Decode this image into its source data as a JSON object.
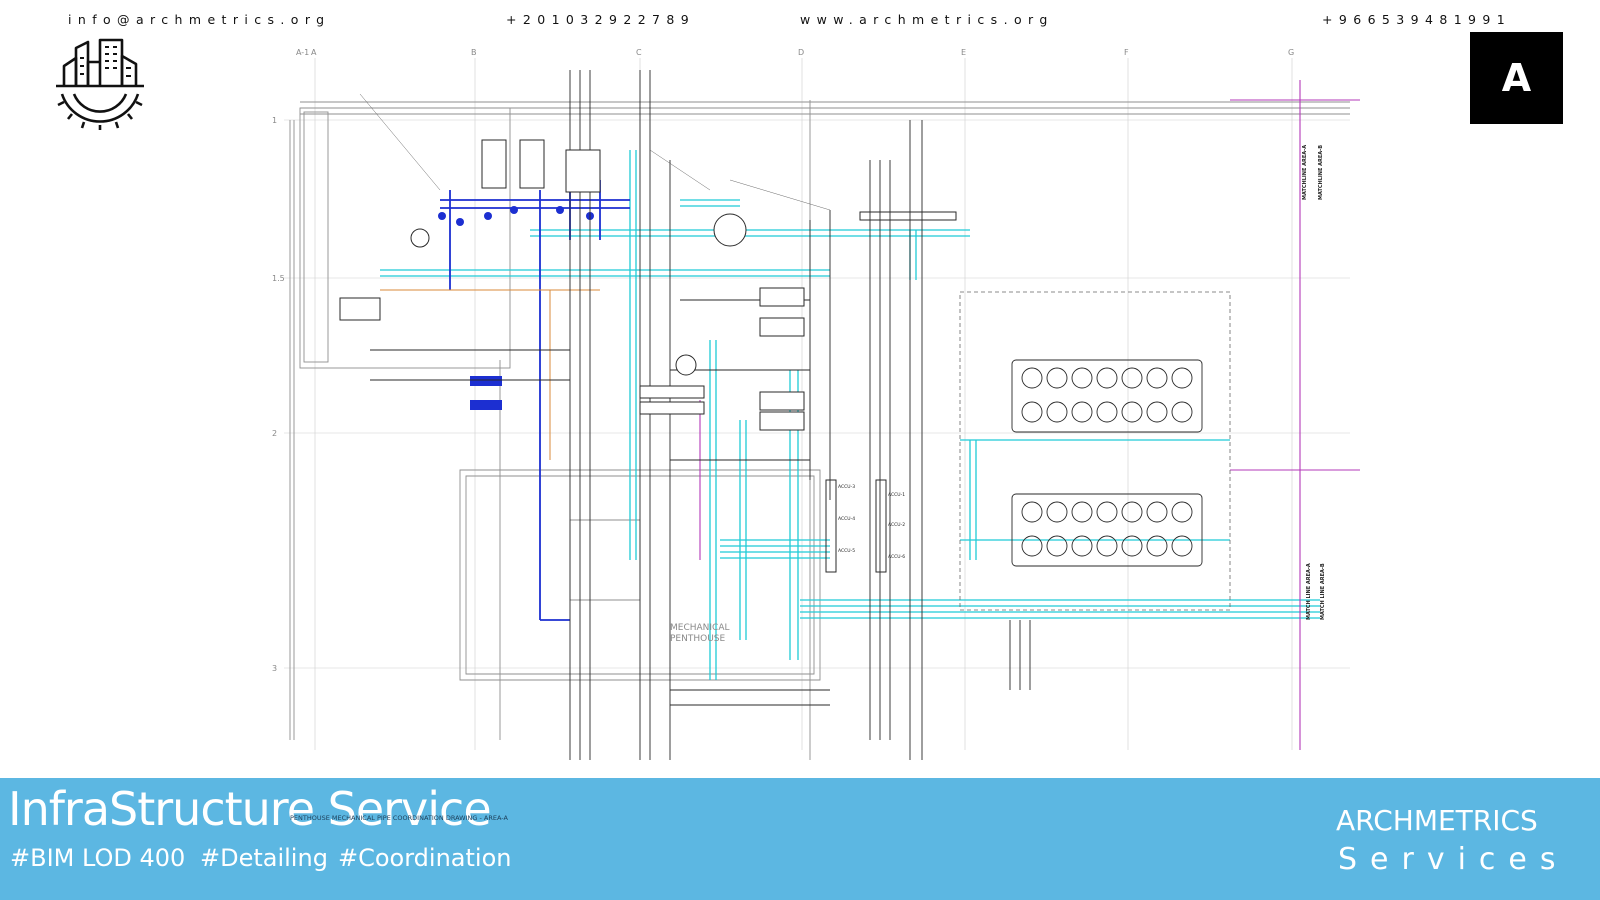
{
  "contact": {
    "email": "info@archmetrics.org",
    "phone_eg": "+201032922789",
    "website": "www.archmetrics.org",
    "phone_sa": "+966539481991"
  },
  "logos": {
    "left_icon": "city-gear-icon",
    "right_letter": "A"
  },
  "drawing": {
    "grid_columns": [
      "A-1",
      "A",
      "B",
      "C",
      "D",
      "E",
      "F",
      "G"
    ],
    "grid_rows": [
      "1",
      "1.5",
      "2",
      "3"
    ],
    "matchline_labels": [
      "MATCHLINE AREA-A",
      "MATCHLINE AREA-B",
      "MATCH LINE AREA-A",
      "MATCH LINE AREA-B"
    ],
    "room_label": [
      "MECHANICAL",
      "PENTHOUSE"
    ],
    "unit_labels": [
      "ACCU-3",
      "ACCU-4",
      "ACCU-5",
      "ACCU-6",
      "ACCU-1",
      "ACCU-2"
    ],
    "colors": {
      "pipe_cyan": "#1fcbd6",
      "pipe_blue": "#1c2fd1",
      "pipe_magenta": "#b338b8",
      "line_dark": "#2a2a2a",
      "line_gray": "#9a9a9a"
    }
  },
  "banner": {
    "title": "InfraStructure Service",
    "caption": "PENTHOUSE MECHANICAL PIPE COORDINATION DRAWING - AREA-A",
    "tags": [
      "#BIM LOD 400",
      "#Detailing",
      "#Coordination"
    ],
    "brand": "ARCHMETRICS",
    "brand_sub": "Services",
    "color": "#5cb7e2"
  }
}
